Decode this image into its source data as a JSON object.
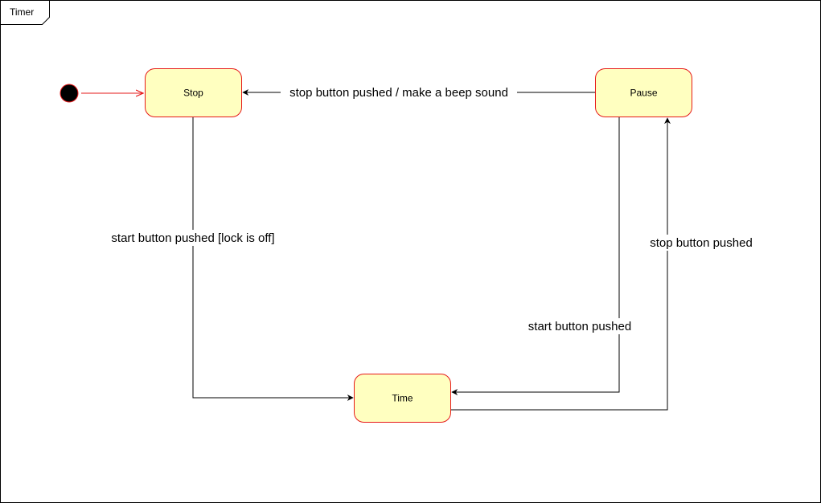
{
  "frame": {
    "title": "Timer"
  },
  "states": {
    "stop": "Stop",
    "pause": "Pause",
    "time": "Time"
  },
  "transitions": {
    "pause_to_stop": "stop button pushed / make a beep sound",
    "stop_to_time": "start button pushed [lock is off]",
    "pause_to_time": "start button pushed",
    "time_to_pause": "stop button pushed"
  },
  "colors": {
    "state_fill": "#ffffc0",
    "state_stroke": "#e61919",
    "initial_fill": "#000000",
    "initial_arrow": "#e61919",
    "edge": "#000000"
  }
}
